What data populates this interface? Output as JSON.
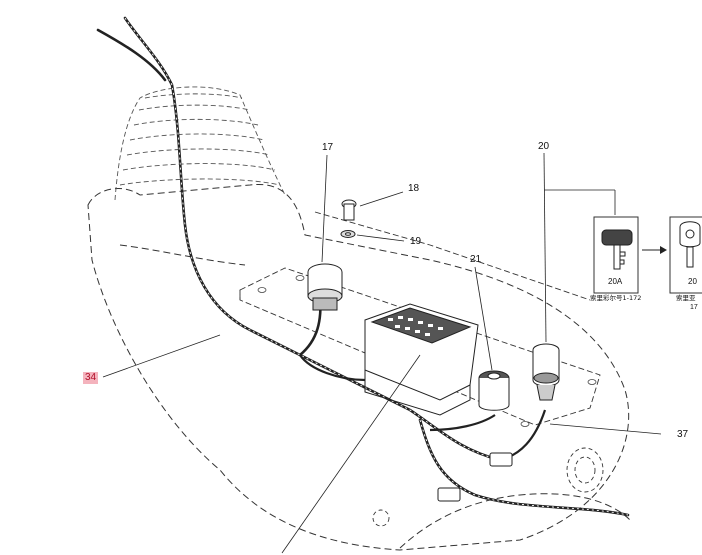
{
  "callouts": {
    "c17": "17",
    "c18": "18",
    "c19": "19",
    "c20": "20",
    "c21": "21",
    "c34": "34",
    "c37": "37",
    "c20a": "20A",
    "c20b": "20",
    "c17b": "17"
  },
  "key_captions": {
    "left": "索里彩尔号1-172",
    "right": "索里亚"
  },
  "highlight_color": "#f4b3bd",
  "highlight_text_color": "#b0102a"
}
